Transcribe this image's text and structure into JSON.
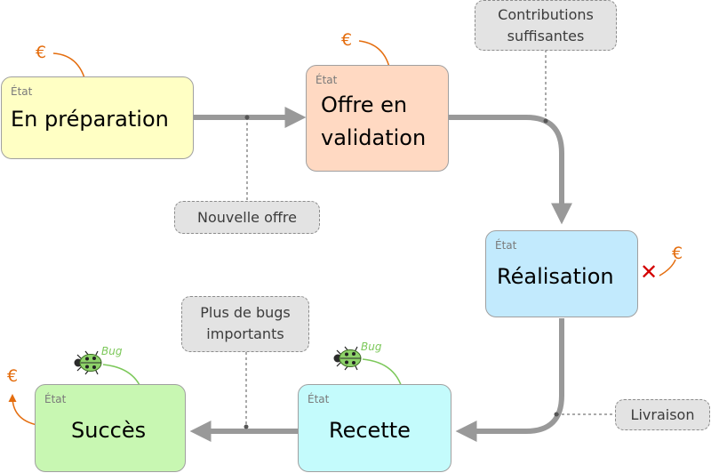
{
  "colors": {
    "preparation": "#ffffc4",
    "validation": "#ffd9c2",
    "realisation": "#c2eafd",
    "recette": "#c4fbfc",
    "succes": "#c8f7b2",
    "flow": "#999999",
    "euro": "#e46d0e",
    "bug": "#7cc85a",
    "cancel": "#d40000",
    "condition_bg": "#e3e3e3"
  },
  "states": {
    "preparation": {
      "tag": "État",
      "name": "En préparation"
    },
    "validation": {
      "tag": "État",
      "name_line1": "Offre en",
      "name_line2": "validation"
    },
    "realisation": {
      "tag": "État",
      "name": "Réalisation"
    },
    "recette": {
      "tag": "État",
      "name": "Recette"
    },
    "succes": {
      "tag": "État",
      "name": "Succès"
    }
  },
  "conditions": {
    "nouvelle_offre": "Nouvelle offre",
    "contributions_line1": "Contributions",
    "contributions_line2": "suffisantes",
    "livraison": "Livraison",
    "bugs_line1": "Plus de bugs",
    "bugs_line2": "importants"
  },
  "icons": {
    "euro": "€",
    "bug_label": "Bug",
    "cancel": "✕",
    "bug_icon": "ladybug-icon"
  }
}
